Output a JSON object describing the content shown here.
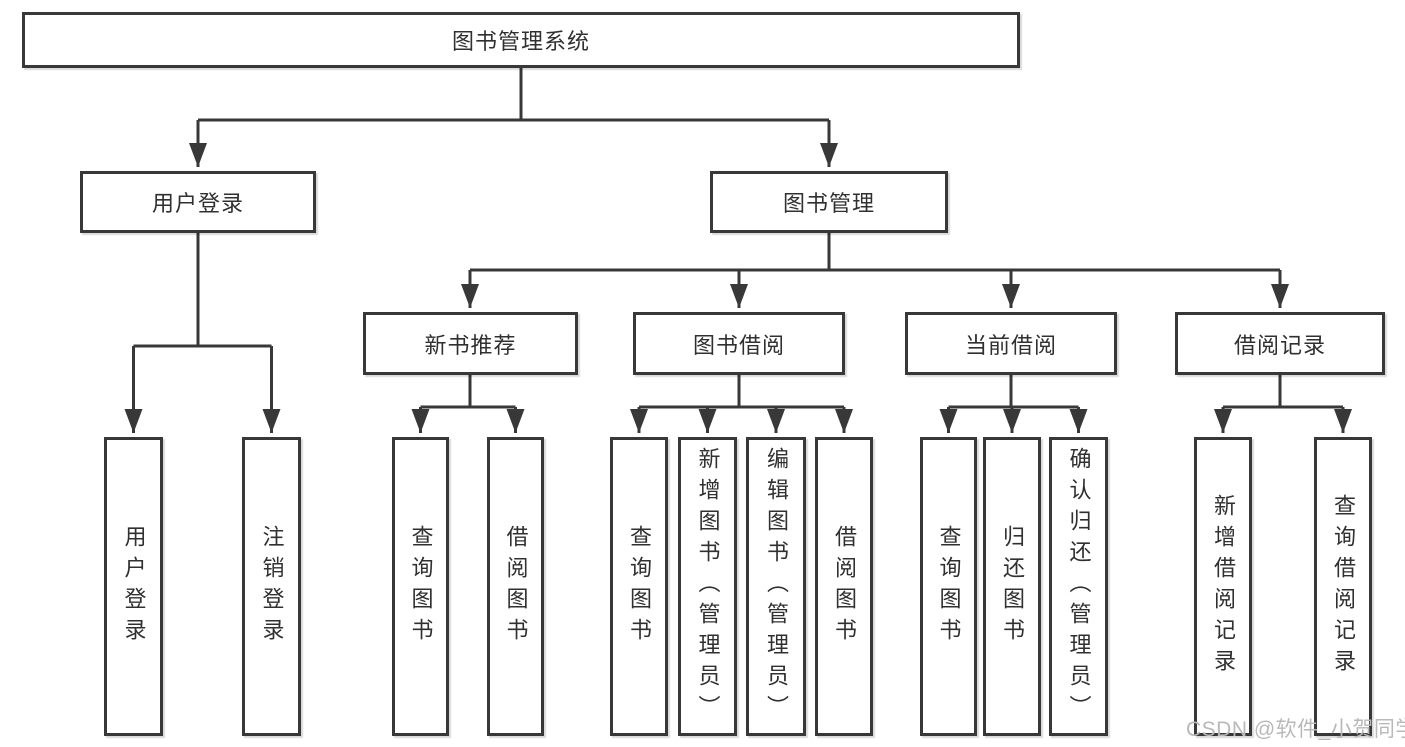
{
  "tree": {
    "root": {
      "label": "图书管理系统",
      "children": [
        {
          "label": "用户登录",
          "children": [
            {
              "label": "用户登录"
            },
            {
              "label": "注销登录"
            }
          ]
        },
        {
          "label": "图书管理",
          "children": [
            {
              "label": "新书推荐",
              "children": [
                {
                  "label": "查询图书"
                },
                {
                  "label": "借阅图书"
                }
              ]
            },
            {
              "label": "图书借阅",
              "children": [
                {
                  "label": "查询图书"
                },
                {
                  "label": "新增图书（管理员）"
                },
                {
                  "label": "编辑图书（管理员）"
                },
                {
                  "label": "借阅图书"
                }
              ]
            },
            {
              "label": "当前借阅",
              "children": [
                {
                  "label": "查询图书"
                },
                {
                  "label": "归还图书"
                },
                {
                  "label": "确认归还（管理员）"
                }
              ]
            },
            {
              "label": "借阅记录",
              "children": [
                {
                  "label": "新增借阅记录"
                },
                {
                  "label": "查询借阅记录"
                }
              ]
            }
          ]
        }
      ]
    }
  },
  "watermark": {
    "text": "CSDN @软件_小贺同学"
  },
  "colors": {
    "line": "#383838",
    "box_border": "#383838",
    "box_fill": "#ffffff",
    "text": "#303030",
    "watermark": "#b9b9b9",
    "background": "#ffffff"
  }
}
